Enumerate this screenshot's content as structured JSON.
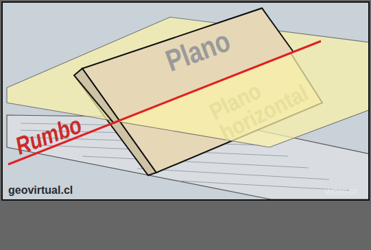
{
  "diagram": {
    "labels": [
      "Plano",
      "Plano horizontal",
      "Rumbo",
      "geovirtual.cl",
      "WG99-02"
    ]
  }
}
